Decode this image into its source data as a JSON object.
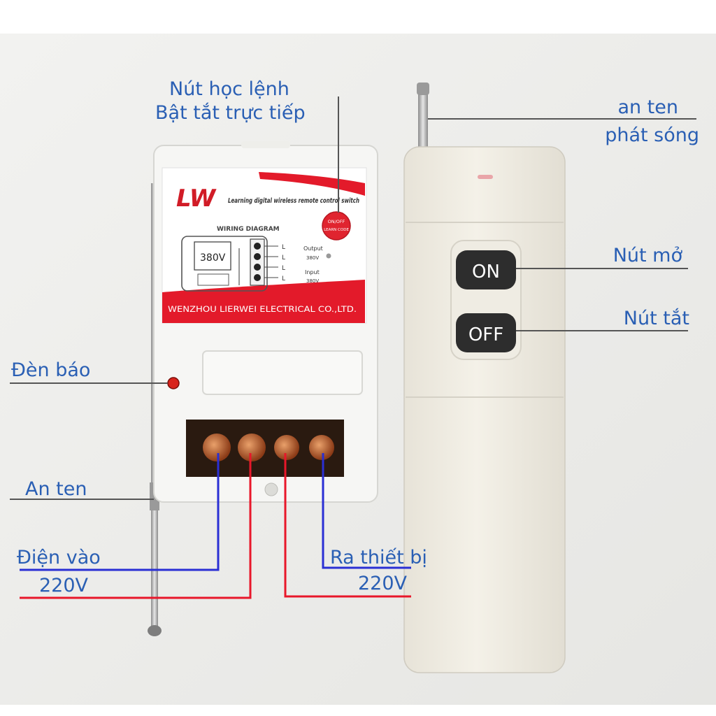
{
  "colors": {
    "label_text": "#2a5fb4",
    "leader_line": "#555555",
    "wire_blue": "#2a2fd4",
    "wire_red": "#e8172a",
    "brand_red": "#e31a2a"
  },
  "callouts": {
    "learn_button": {
      "line1": "Nút học lệnh",
      "line2": "Bật tắt trực tiếp"
    },
    "transmit_antenna": {
      "line1": "an ten",
      "line2": "phát sóng"
    },
    "on_button": "Nút mở",
    "off_button": "Nút tắt",
    "indicator_light": "Đèn báo",
    "receiver_antenna": "An ten",
    "power_in": {
      "line1": "Điện vào",
      "line2": "220V"
    },
    "power_out": {
      "line1": "Ra thiết bị",
      "line2": "220V"
    }
  },
  "receiver": {
    "brand_logo": "LW",
    "product_title": "Learning digital wireless remote control switch",
    "wiring_diagram_title": "WIRING DIAGRAM",
    "voltage_box": "380V",
    "terminal_letters": [
      "L",
      "L",
      "L",
      "L"
    ],
    "output_label": "Output",
    "output_voltage": "380V",
    "input_label": "Input",
    "input_voltage": "380V",
    "button_line1": "ON/OFF",
    "button_line2": "LEARN CODE",
    "manufacturer": "WENZHOU LIERWEI ELECTRICAL CO.,LTD."
  },
  "remote": {
    "on_label": "ON",
    "off_label": "OFF"
  }
}
